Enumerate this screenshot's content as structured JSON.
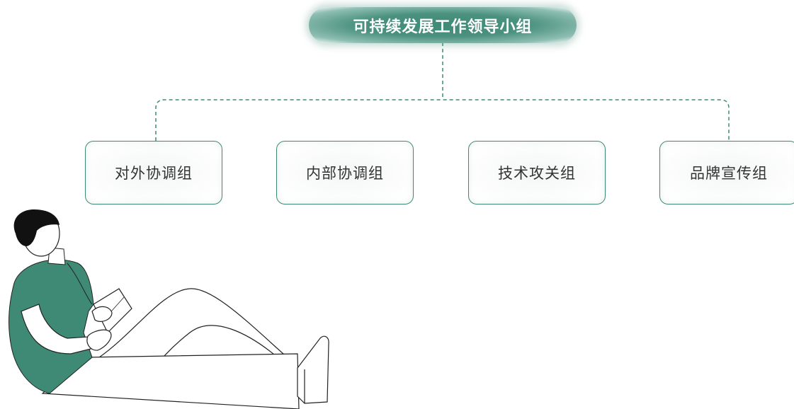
{
  "org_chart": {
    "root": {
      "label": "可持续发展工作领导小组"
    },
    "children": [
      {
        "label": "对外协调组"
      },
      {
        "label": "内部协调组"
      },
      {
        "label": "技术攻关组"
      },
      {
        "label": "品牌宣传组"
      }
    ]
  },
  "colors": {
    "accent_green": "#3c8a76",
    "root_fill": "#4b917f",
    "node_text": "#333333",
    "illustration_shirt": "#3e8a75"
  },
  "illustration": {
    "subject": "person-reading-book-icon"
  }
}
